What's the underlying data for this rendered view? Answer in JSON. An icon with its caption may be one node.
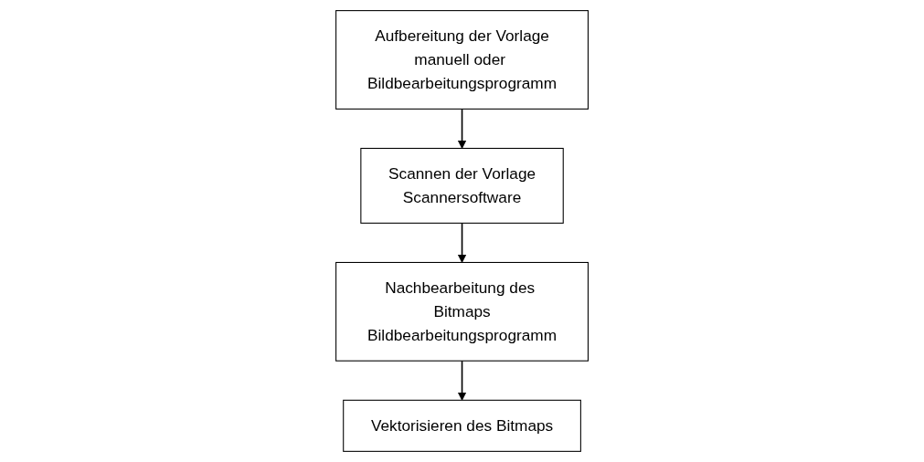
{
  "diagram": {
    "nodes": [
      {
        "text": [
          "Aufbereitung der Vorlage",
          "manuell oder Bildbearbeitungsprogramm"
        ]
      },
      {
        "text": [
          "Scannen der Vorlage",
          "Scannersoftware"
        ]
      },
      {
        "text": [
          "Nachbearbeitung des Bitmaps",
          "Bildbearbeitungsprogramm"
        ]
      },
      {
        "text": [
          "Vektorisieren des Bitmaps"
        ]
      }
    ],
    "edges": [
      {
        "from": 0,
        "to": 1,
        "arrow": "to"
      },
      {
        "from": 1,
        "to": 2,
        "arrow": "to"
      },
      {
        "from": 2,
        "to": 3,
        "arrow": "to"
      }
    ]
  }
}
